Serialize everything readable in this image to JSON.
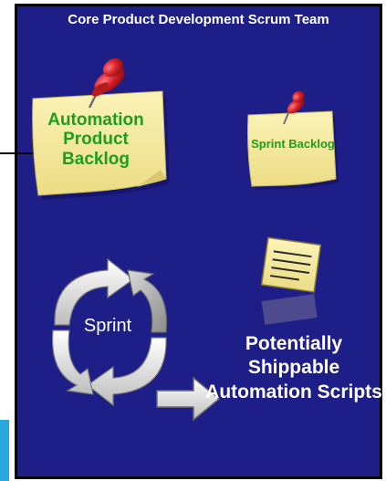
{
  "team": {
    "title": "Core Product Development Scrum Team"
  },
  "notes": {
    "automation_product_backlog": "Automation Product Backlog",
    "sprint_backlog": "Sprint Backlog"
  },
  "cycle": {
    "label": "Sprint"
  },
  "output": {
    "label": "Potentially Shippable Automation Scripts"
  },
  "icons": {
    "pin": "pushpin-icon",
    "note": "sticky-note-icon",
    "cycle": "cycle-arrows-icon",
    "arrow": "right-arrow-icon"
  },
  "colors": {
    "panel": "#1e1e88",
    "note": "#f5eba0",
    "note_text": "#1e9e1e",
    "pin": "#d9222a",
    "accent_tab": "#29a8e0"
  }
}
